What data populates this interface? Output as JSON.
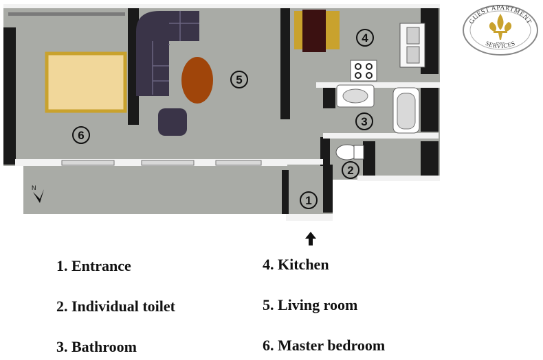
{
  "logo": {
    "top_text": "GUEST APARTMENT",
    "bottom_text": "SERVICES",
    "city": "PARIS"
  },
  "compass": {
    "label": "N"
  },
  "room_markers": [
    {
      "number": "1",
      "room": "Entrance"
    },
    {
      "number": "2",
      "room": "Individual toilet"
    },
    {
      "number": "3",
      "room": "Bathroom"
    },
    {
      "number": "4",
      "room": "Kitchen"
    },
    {
      "number": "5",
      "room": "Living room"
    },
    {
      "number": "6",
      "room": "Master bedroom"
    }
  ],
  "legend": [
    {
      "text": "1. Entrance"
    },
    {
      "text": "2. Individual toilet"
    },
    {
      "text": "3. Bathroom"
    },
    {
      "text": "4. Kitchen"
    },
    {
      "text": "5. Living room"
    },
    {
      "text": "6. Master bedroom"
    }
  ],
  "colors": {
    "floor": "#a9aba6",
    "wall": "#1a1a1a",
    "wall_top": "#f2f2f2",
    "bed": "#f1d79a",
    "bed_frame": "#c9a22d",
    "sofa": "#3a3448",
    "rug": "#a0450a",
    "table": "#3b1111",
    "gold": "#c9a22d"
  }
}
